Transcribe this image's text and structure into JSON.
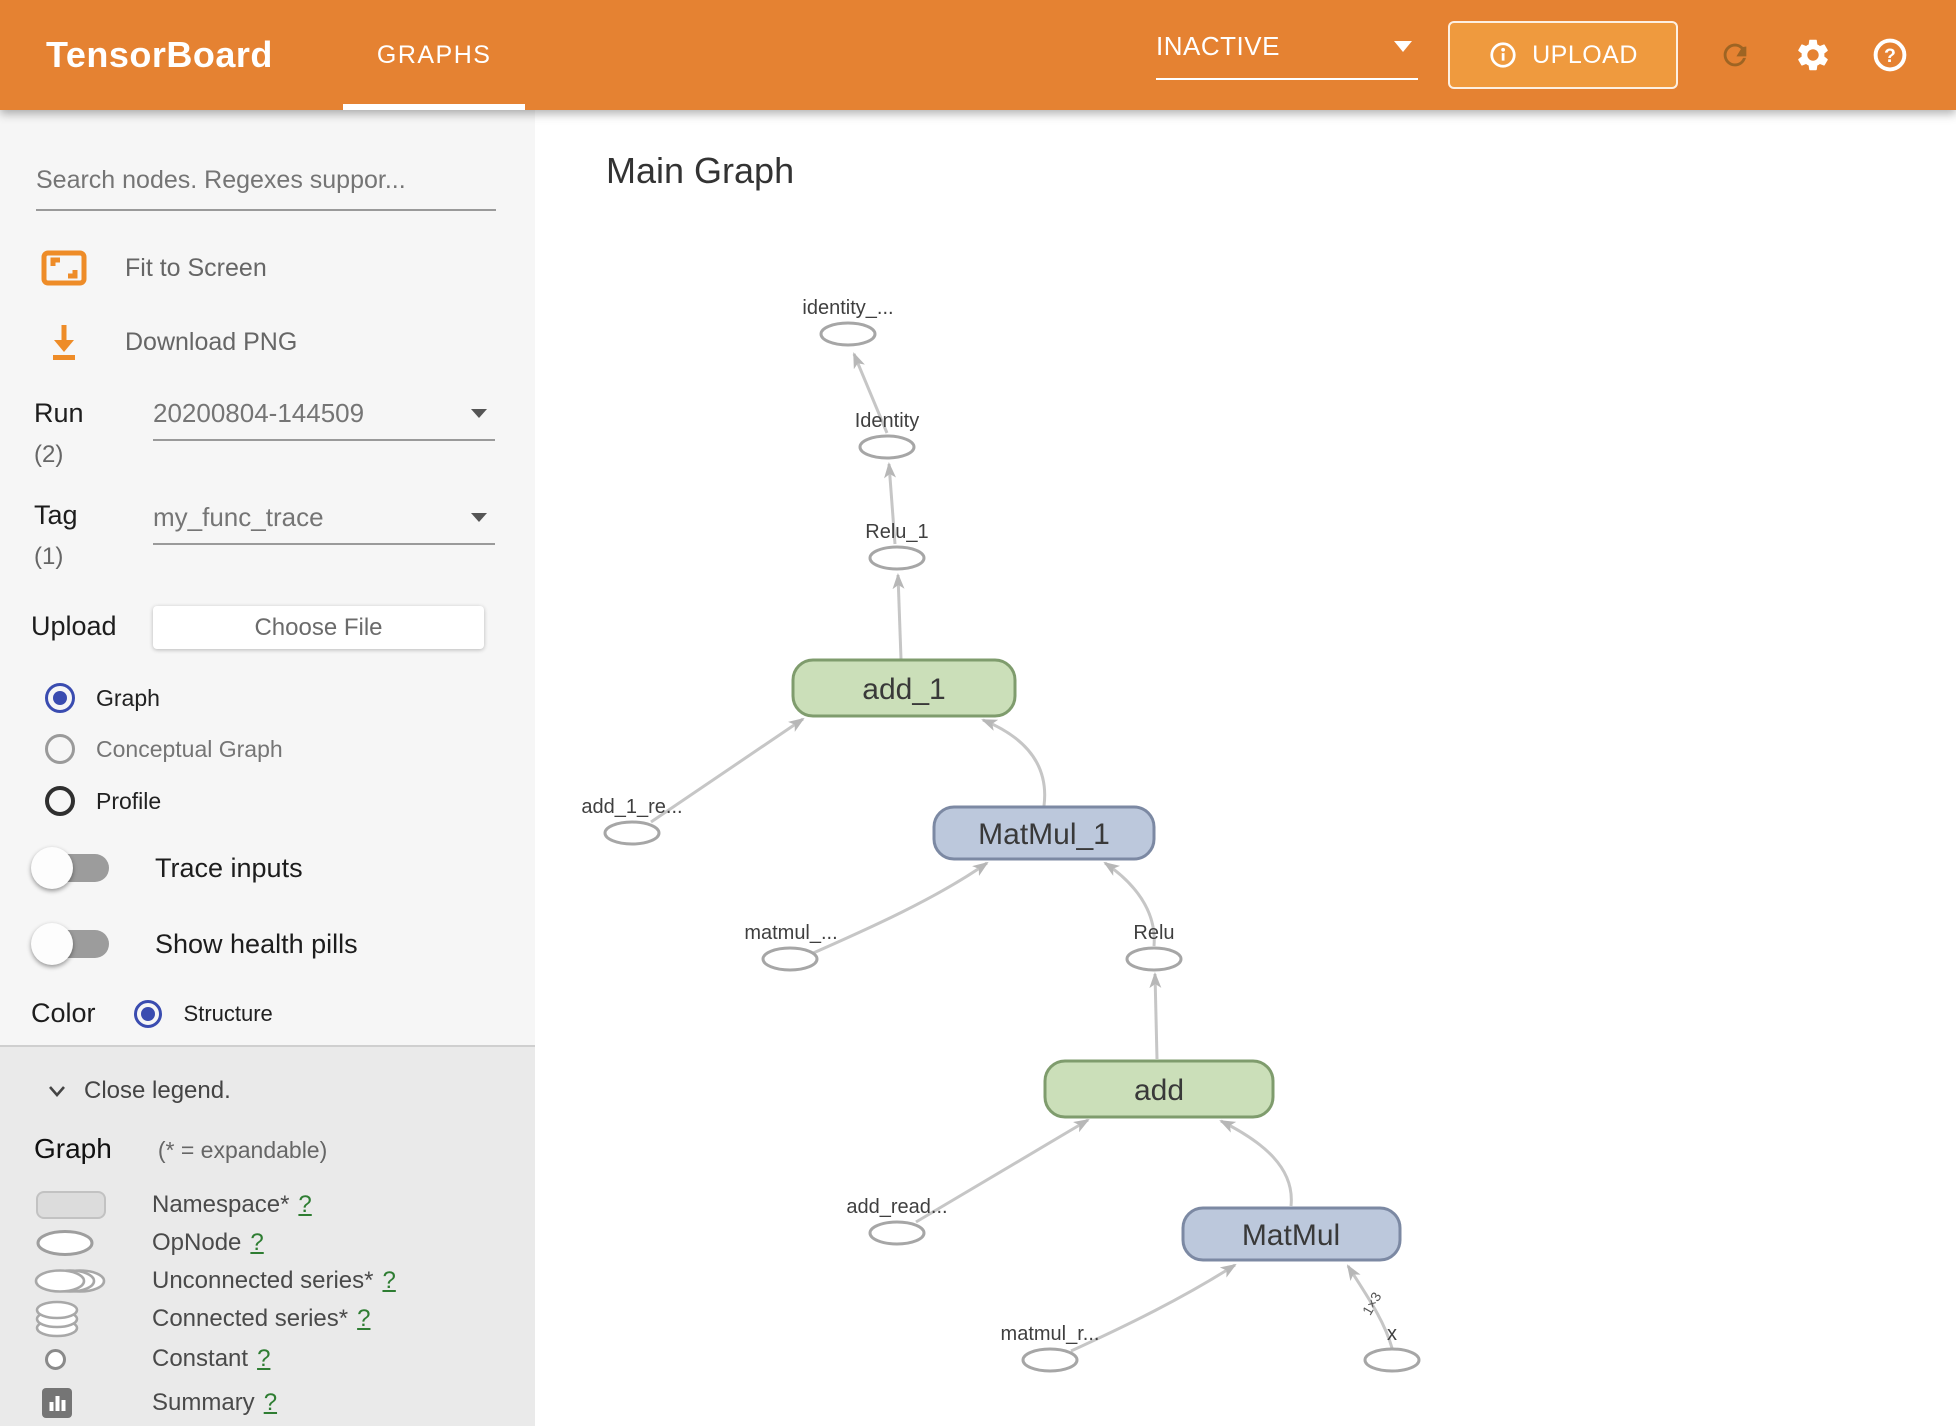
{
  "header": {
    "title": "TensorBoard",
    "tab": "GRAPHS",
    "status": "INACTIVE",
    "upload": "UPLOAD",
    "colors": {
      "bar": "#e58232",
      "upload_button": "#ef9a3e",
      "refresh_icon": "#9e6423",
      "active_tab_underline": "#ffffff"
    }
  },
  "sidebar": {
    "search_placeholder": "Search nodes. Regexes suppor...",
    "fit_to_screen": "Fit to Screen",
    "download_png": "Download PNG",
    "run": {
      "label": "Run",
      "count": "(2)",
      "value": "20200804-144509"
    },
    "tag": {
      "label": "Tag",
      "count": "(1)",
      "value": "my_func_trace"
    },
    "upload": {
      "label": "Upload",
      "button": "Choose File"
    },
    "graph_type_options": [
      {
        "label": "Graph",
        "selected": true
      },
      {
        "label": "Conceptual Graph",
        "selected": false
      },
      {
        "label": "Profile",
        "selected": false
      }
    ],
    "toggles": [
      {
        "label": "Trace inputs",
        "on": false
      },
      {
        "label": "Show health pills",
        "on": false
      }
    ],
    "color_by": {
      "label": "Color",
      "option": "Structure",
      "selected": true
    },
    "accent_radio_color": "#3a4cb0"
  },
  "legend": {
    "close": "Close legend.",
    "heading": "Graph",
    "note": "(* = expandable)",
    "items": [
      {
        "icon": "namespace-swatch",
        "label": "Namespace*",
        "help": "?"
      },
      {
        "icon": "opnode-ellipse",
        "label": "OpNode",
        "help": "?"
      },
      {
        "icon": "unconnected-series",
        "label": "Unconnected series*",
        "help": "?"
      },
      {
        "icon": "connected-series",
        "label": "Connected series*",
        "help": "?"
      },
      {
        "icon": "constant-circle",
        "label": "Constant",
        "help": "?"
      },
      {
        "icon": "summary-chart",
        "label": "Summary",
        "help": "?"
      }
    ],
    "help_link_color": "#2e7d32"
  },
  "main": {
    "title": "Main Graph"
  },
  "graph": {
    "nodes": [
      {
        "id": "identity_out",
        "label": "identity_...",
        "type": "op"
      },
      {
        "id": "Identity",
        "label": "Identity",
        "type": "op"
      },
      {
        "id": "Relu_1",
        "label": "Relu_1",
        "type": "op"
      },
      {
        "id": "add_1",
        "label": "add_1",
        "type": "box",
        "fill": "#cbdfb9",
        "stroke": "#7f9c6d"
      },
      {
        "id": "add_1_re",
        "label": "add_1_re...",
        "type": "op"
      },
      {
        "id": "MatMul_1",
        "label": "MatMul_1",
        "type": "box",
        "fill": "#bcc8dc",
        "stroke": "#7c89a3"
      },
      {
        "id": "matmul_",
        "label": "matmul_...",
        "type": "op"
      },
      {
        "id": "Relu",
        "label": "Relu",
        "type": "op"
      },
      {
        "id": "add",
        "label": "add",
        "type": "box",
        "fill": "#cbdfb9",
        "stroke": "#7f9c6d"
      },
      {
        "id": "add_read",
        "label": "add_read...",
        "type": "op"
      },
      {
        "id": "MatMul",
        "label": "MatMul",
        "type": "box",
        "fill": "#bcc8dc",
        "stroke": "#7c89a3"
      },
      {
        "id": "matmul_r",
        "label": "matmul_r...",
        "type": "op"
      },
      {
        "id": "x",
        "label": "x",
        "type": "op"
      }
    ],
    "edges": [
      {
        "from": "Identity",
        "to": "identity_..."
      },
      {
        "from": "Relu_1",
        "to": "Identity"
      },
      {
        "from": "add_1",
        "to": "Relu_1"
      },
      {
        "from": "add_1_re...",
        "to": "add_1"
      },
      {
        "from": "MatMul_1",
        "to": "add_1"
      },
      {
        "from": "matmul_...",
        "to": "MatMul_1"
      },
      {
        "from": "Relu",
        "to": "MatMul_1"
      },
      {
        "from": "add",
        "to": "Relu"
      },
      {
        "from": "add_read...",
        "to": "add"
      },
      {
        "from": "MatMul",
        "to": "add"
      },
      {
        "from": "matmul_r...",
        "to": "MatMul"
      },
      {
        "from": "x",
        "to": "MatMul",
        "label": "1×3"
      }
    ],
    "edge_color": "#c6c6c6",
    "op_node_stroke": "#a6a6a6"
  }
}
